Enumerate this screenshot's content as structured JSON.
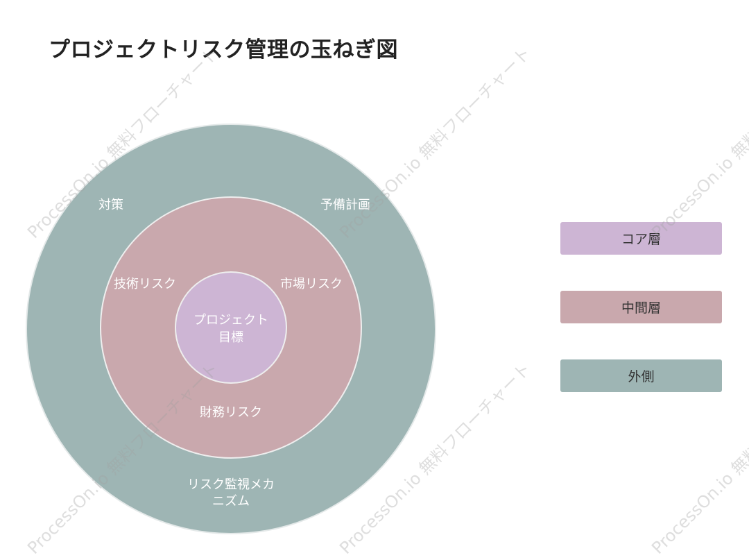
{
  "title": "プロジェクトリスク管理の玉ねぎ図",
  "layers": {
    "core": {
      "lines": [
        "プロジェクト",
        "目標"
      ],
      "color": "#cdb5d4"
    },
    "middle": {
      "items": [
        "技術リスク",
        "市場リスク",
        "財務リスク"
      ],
      "color": "#c9a8ad"
    },
    "outer": {
      "items": [
        "対策",
        "予備計画"
      ],
      "bottom_lines": [
        "リスク監視メカ",
        "ニズム"
      ],
      "color": "#9eb5b4"
    }
  },
  "legend": [
    {
      "label": "コア層",
      "color": "#cdb5d4"
    },
    {
      "label": "中間層",
      "color": "#c9a8ad"
    },
    {
      "label": "外側",
      "color": "#9eb5b4"
    }
  ],
  "watermark": "ProcessOn.io 無料フローチャート"
}
